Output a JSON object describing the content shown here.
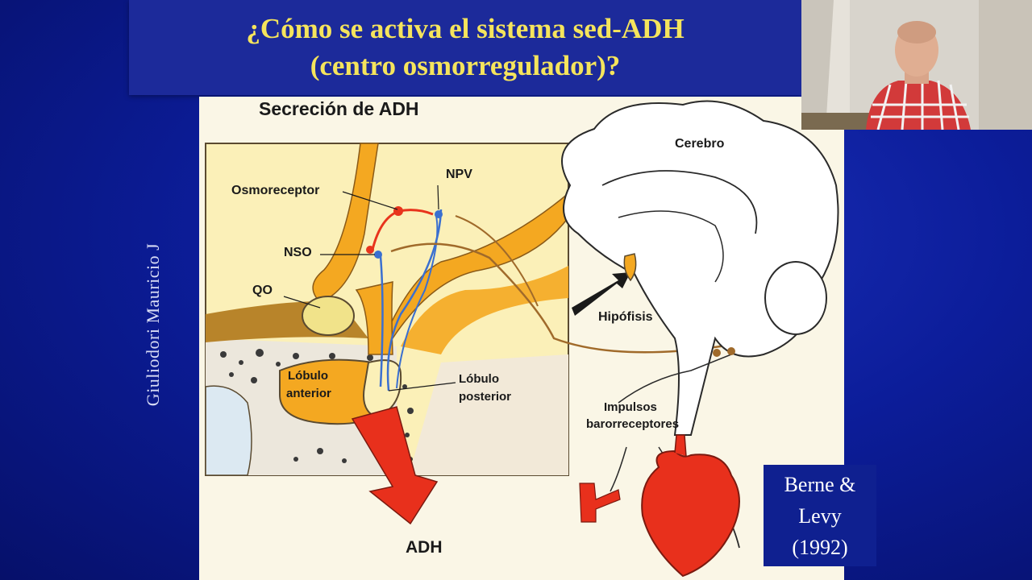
{
  "slide": {
    "title_line1": "¿Cómo se activa el sistema sed-ADH",
    "title_line2": "(centro osmorregulador)?",
    "author_credit": "Giuliodori Mauricio J",
    "citation_line1": "Berne &",
    "citation_line2": "Levy",
    "citation_line3": "(1992)"
  },
  "figure": {
    "heading": "Secreción de ADH",
    "labels": {
      "osmoreceptor": "Osmoreceptor",
      "npv": "NPV",
      "nso": "NSO",
      "qo": "QO",
      "lobulo_anterior_1": "Lóbulo",
      "lobulo_anterior_2": "anterior",
      "lobulo_posterior_1": "Lóbulo",
      "lobulo_posterior_2": "posterior",
      "cerebro": "Cerebro",
      "hipofisis": "Hipófisis",
      "impulsos_1": "Impulsos",
      "impulsos_2": "barorreceptores",
      "adh": "ADH"
    }
  },
  "colors": {
    "title_text": "#f5e45c",
    "title_bar": "#1c2a9a",
    "background": "#0c1d9a",
    "figure_bg": "#faf6e6",
    "hypothalamus_fill": "#fbf0b8",
    "orange_fill": "#f4a821",
    "brown_fill": "#b8842a",
    "neuron_red": "#e8341c",
    "neuron_blue": "#3a6fd0",
    "axon_brown": "#a06a2a",
    "heart_red": "#e8301c"
  }
}
